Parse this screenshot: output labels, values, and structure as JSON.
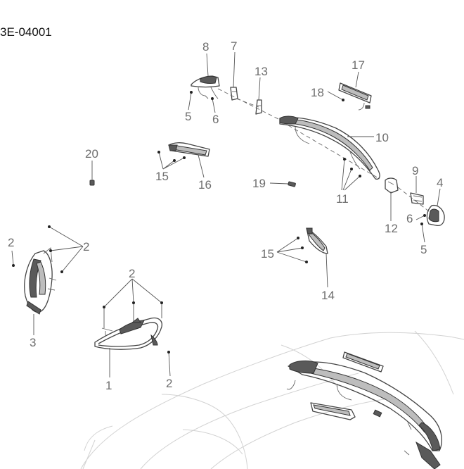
{
  "diagram": {
    "title": "3E-04001",
    "callouts": [
      {
        "id": "c1",
        "text": "1"
      },
      {
        "id": "c2a",
        "text": "2"
      },
      {
        "id": "c2b",
        "text": "2"
      },
      {
        "id": "c2c",
        "text": "2"
      },
      {
        "id": "c2d",
        "text": "2"
      },
      {
        "id": "c3",
        "text": "3"
      },
      {
        "id": "c4",
        "text": "4"
      },
      {
        "id": "c5a",
        "text": "5"
      },
      {
        "id": "c5b",
        "text": "5"
      },
      {
        "id": "c6a",
        "text": "6"
      },
      {
        "id": "c6b",
        "text": "6"
      },
      {
        "id": "c7",
        "text": "7"
      },
      {
        "id": "c8",
        "text": "8"
      },
      {
        "id": "c9",
        "text": "9"
      },
      {
        "id": "c10",
        "text": "10"
      },
      {
        "id": "c11",
        "text": "11"
      },
      {
        "id": "c12",
        "text": "12"
      },
      {
        "id": "c13",
        "text": "13"
      },
      {
        "id": "c14",
        "text": "14"
      },
      {
        "id": "c15a",
        "text": "15"
      },
      {
        "id": "c15b",
        "text": "15"
      },
      {
        "id": "c16",
        "text": "16"
      },
      {
        "id": "c17",
        "text": "17"
      },
      {
        "id": "c18",
        "text": "18"
      },
      {
        "id": "c19",
        "text": "19"
      },
      {
        "id": "c20",
        "text": "20"
      }
    ]
  }
}
